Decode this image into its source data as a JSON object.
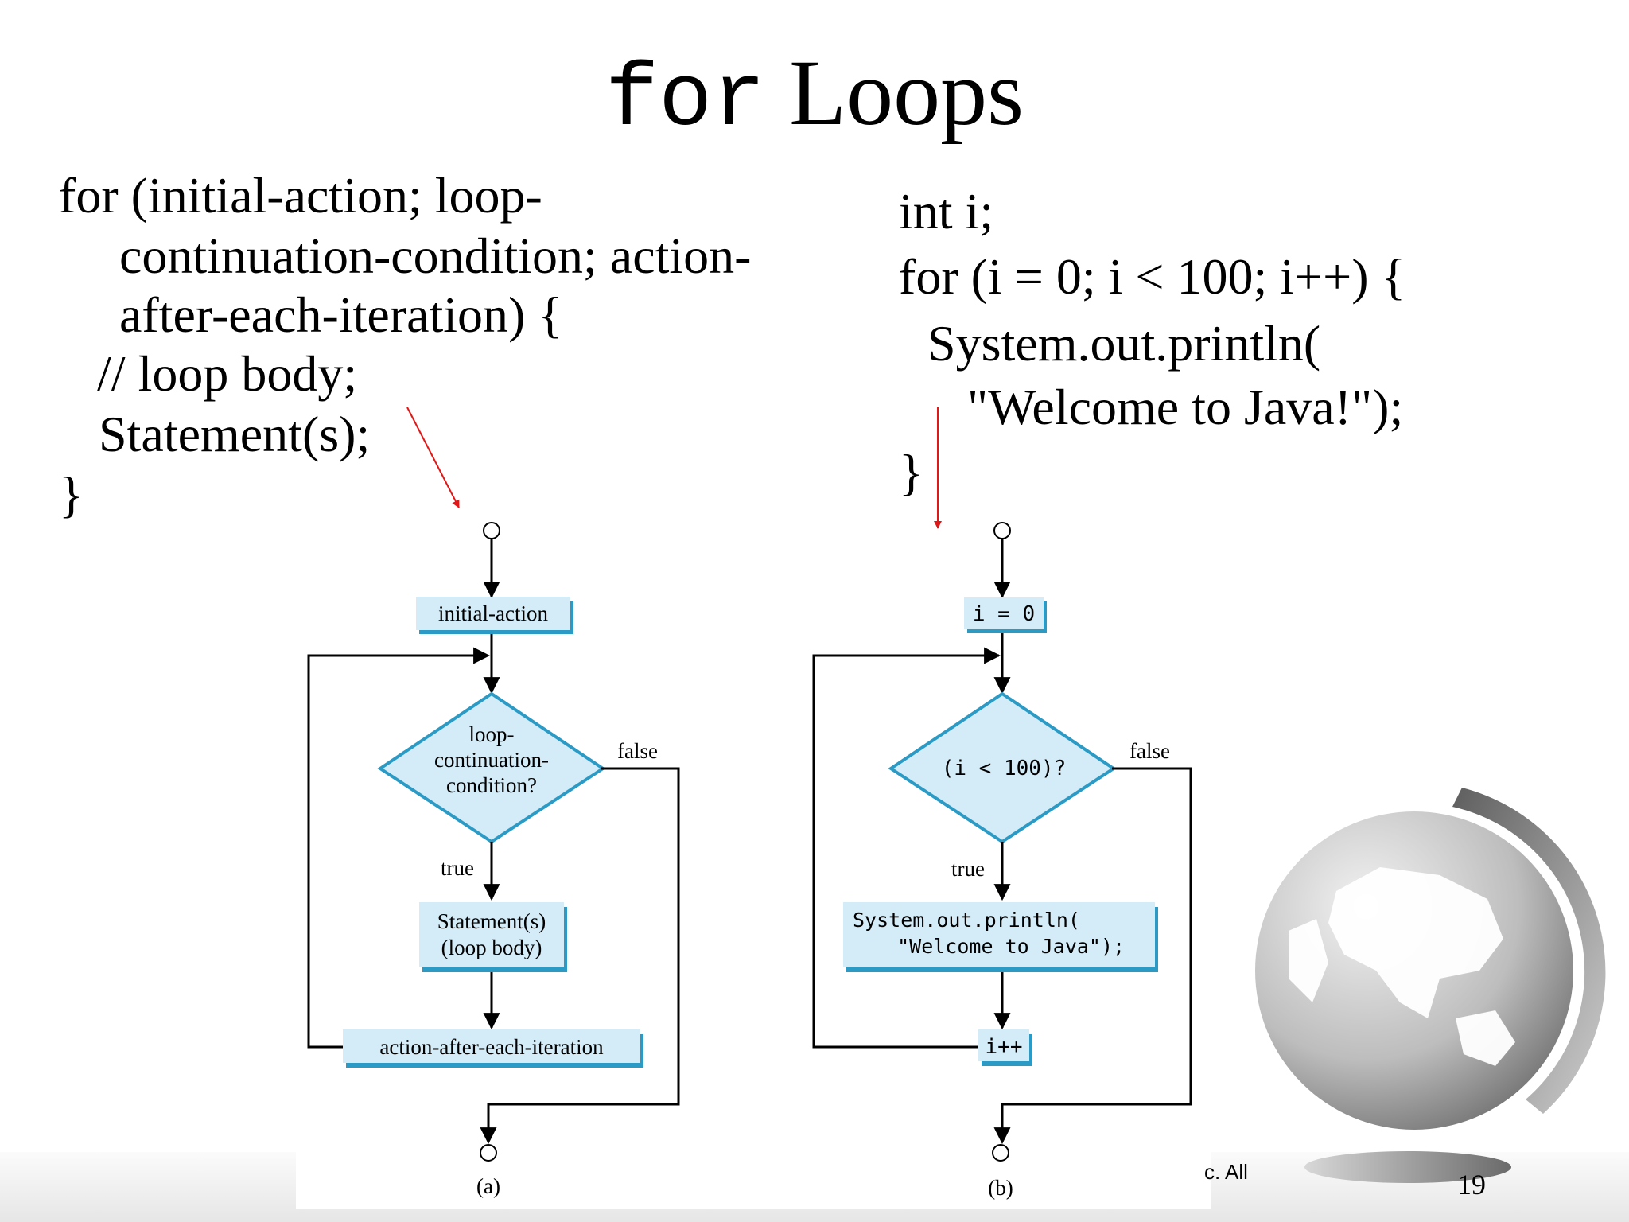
{
  "slide": {
    "title_keyword": "for",
    "title_rest": "Loops",
    "page_number": "19",
    "copyright_fragment": "c. All"
  },
  "syntax": {
    "lines": [
      "for (initial-action; loop-",
      "continuation-condition; action-",
      "after-each-iteration) {",
      "// loop body;",
      "Statement(s);",
      "}"
    ]
  },
  "example": {
    "lines": [
      "int i;",
      "for (i = 0; i < 100; i++) {",
      "System.out.println(",
      "\"Welcome to Java!\");",
      "}"
    ]
  },
  "flowchart_a": {
    "caption": "(a)",
    "init": "initial-action",
    "condition_lines": [
      "loop-",
      "continuation-",
      "condition?"
    ],
    "true_label": "true",
    "false_label": "false",
    "body_lines": [
      "Statement(s)",
      "(loop body)"
    ],
    "update": "action-after-each-iteration"
  },
  "flowchart_b": {
    "caption": "(b)",
    "init": "i = 0",
    "condition": "(i < 100)?",
    "true_label": "true",
    "false_label": "false",
    "body_lines": [
      "System.out.println(",
      "  \"Welcome to Java\");"
    ],
    "update": "i++"
  },
  "colors": {
    "box_fill": "#d3ecf8",
    "box_shadow": "#2b9bc6",
    "diamond_stroke": "#2b9bc6",
    "pointer_arrow": "#e01818"
  },
  "decoration": {
    "icon": "globe-icon"
  }
}
